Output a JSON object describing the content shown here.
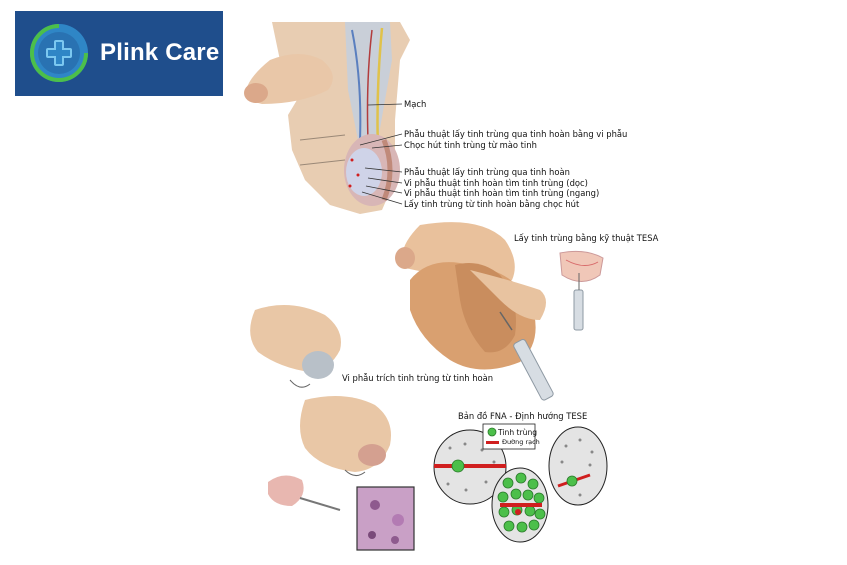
{
  "logo": {
    "text": "Plink Care",
    "color": "#1f4e8c"
  },
  "anatomy_labels": {
    "mach": "Mạch",
    "mesa": "Phẫu thuật lấy tinh trùng qua tinh hoàn bằng vi phẫu",
    "pesa": "Chọc hút tinh trùng từ mào tinh",
    "tese": "Phẫu thuật lấy tinh trùng qua tinh hoàn",
    "vi_doc": "Vi phẫu thuật tinh hoàn tìm tinh trùng (dọc)",
    "vi_ngang": "Vi phẫu thuật tinh hoàn tìm tinh trùng (ngang)",
    "chochut": "Lấy tinh trùng từ tinh hoàn bằng chọc hút"
  },
  "tesa_label": "Lấy tinh trùng bằng kỹ thuật TESA",
  "microtese_label": "Vi phẫu trích tinh trùng từ tinh hoàn",
  "fna_map": {
    "title": "Bản đồ FNA - Định hướng TESE",
    "legend_sperm": "Tinh trùng",
    "legend_incision": "Đường rạch",
    "colors": {
      "sperm": "#4cbf4a",
      "incision": "#d01f1f"
    }
  }
}
